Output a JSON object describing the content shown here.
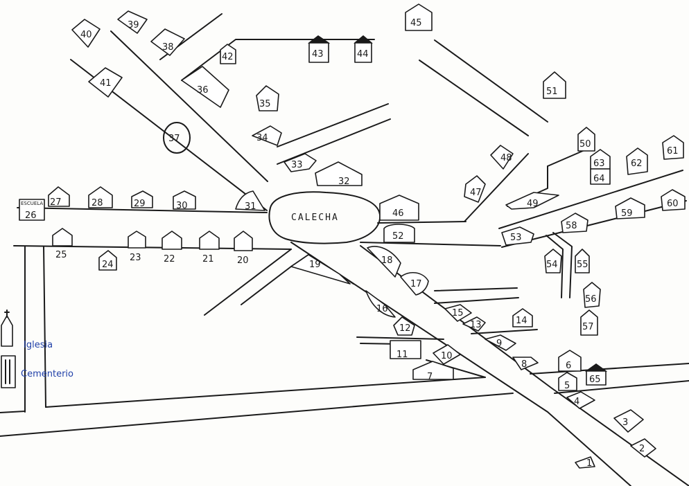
{
  "map": {
    "plaza": "CALECHA",
    "places": {
      "escuela": "ESCUELA",
      "iglesia": "Iglesia",
      "cementerio": "Cementerio"
    },
    "houses": [
      "1",
      "2",
      "3",
      "4",
      "5",
      "6",
      "7",
      "8",
      "9",
      "10",
      "11",
      "12",
      "13",
      "14",
      "15",
      "16",
      "17",
      "18",
      "19",
      "20",
      "21",
      "22",
      "23",
      "24",
      "25",
      "26",
      "27",
      "28",
      "29",
      "30",
      "31",
      "32",
      "33",
      "34",
      "35",
      "36",
      "37",
      "38",
      "39",
      "40",
      "41",
      "42",
      "43",
      "44",
      "45",
      "46",
      "47",
      "48",
      "49",
      "50",
      "51",
      "52",
      "53",
      "54",
      "55",
      "56",
      "57",
      "58",
      "59",
      "60",
      "61",
      "62",
      "63",
      "64",
      "65"
    ]
  }
}
